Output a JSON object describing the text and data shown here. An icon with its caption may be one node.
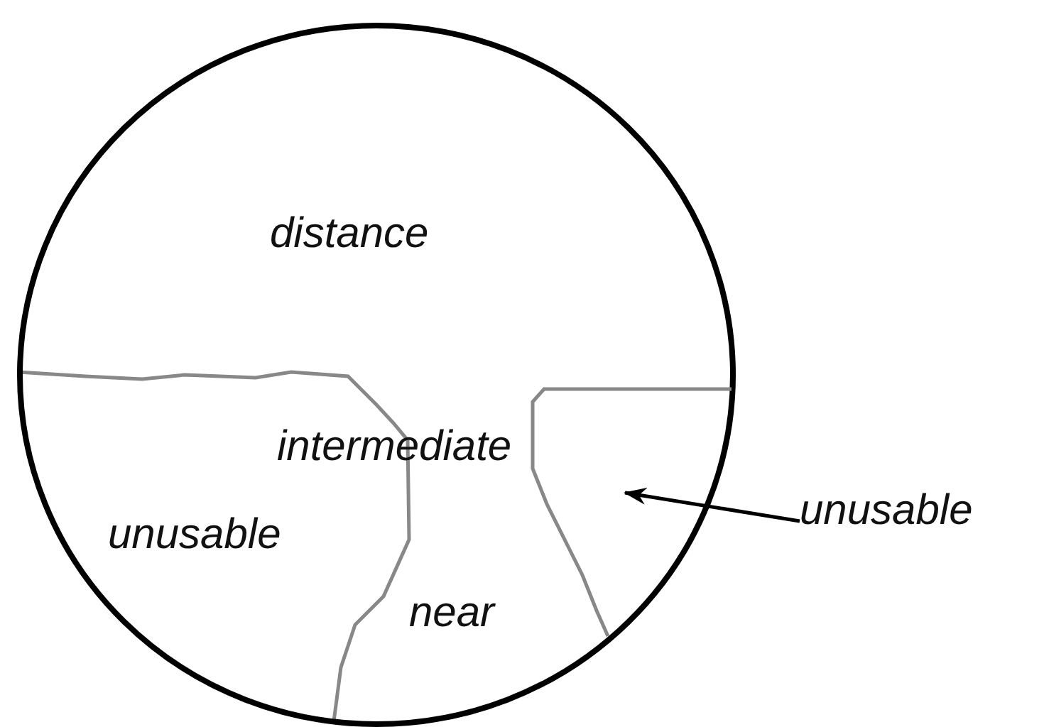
{
  "diagram": {
    "nodes": [
      {
        "text": [],
        "shape": "circle"
      },
      {
        "text": [
          "distance"
        ],
        "in": 0
      },
      {
        "text": [
          "intermediate"
        ],
        "in": 0
      },
      {
        "text": [
          "unusable"
        ],
        "in": 0
      },
      {
        "text": [
          "near"
        ],
        "in": 0
      },
      {
        "text": [],
        "shape": "box",
        "in": 0
      },
      {
        "text": [
          "unusable"
        ]
      }
    ],
    "edges": [
      {
        "from": 6,
        "to": 5,
        "arrow": "to"
      }
    ]
  }
}
